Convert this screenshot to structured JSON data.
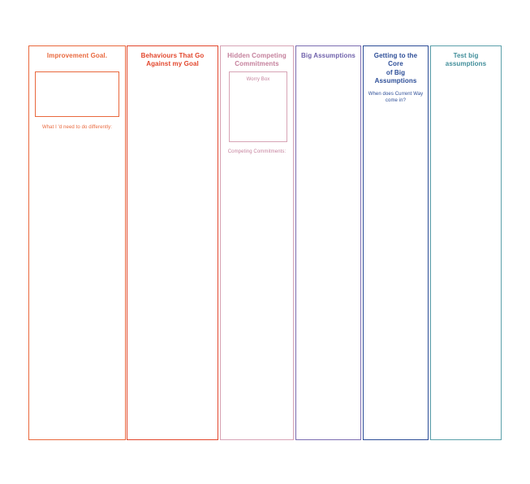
{
  "board": {
    "columns": [
      {
        "id": "improvement-goal",
        "title": "Improvement Goal.",
        "color": "#E9683D",
        "border_color": "#E9683D",
        "goal_box_value": "",
        "note": "What I 'd need to do differently:"
      },
      {
        "id": "behaviours-against-goal",
        "title": "Behaviours That Go\nAgainst my Goal",
        "color": "#E2462C",
        "border_color": "#E2462C"
      },
      {
        "id": "hidden-competing-commitments",
        "title": "Hidden Competing\nCommitments",
        "color": "#C5809C",
        "border_color": "#D7A4B6",
        "worry_box_label": "Worry Box",
        "worry_box_value": "",
        "note": "Competing Commitments:"
      },
      {
        "id": "big-assumptions",
        "title": "Big Assumptions",
        "color": "#6F61AB",
        "border_color": "#7B6DB1"
      },
      {
        "id": "core-of-big-assumptions",
        "title": "Getting to the Core\nof Big Assumptions",
        "color": "#2C4D97",
        "border_color": "#2C4D97",
        "subtitle": "When does Current Way\ncome in?"
      },
      {
        "id": "test-big-assumptions",
        "title": "Test big assumptions",
        "color": "#3F8D99",
        "border_color": "#5BA0AA"
      }
    ]
  }
}
